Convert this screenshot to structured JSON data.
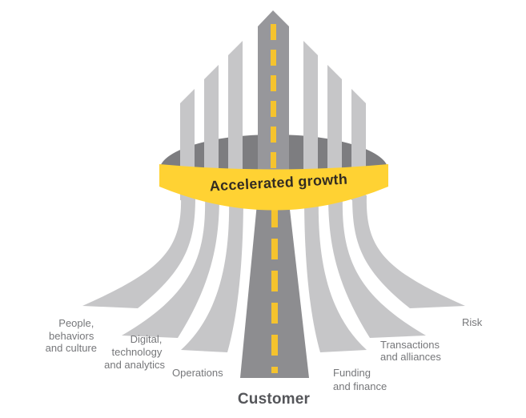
{
  "colors": {
    "background": "#ffffff",
    "road_light": "#c6c6c8",
    "road_center_upper": "#97979b",
    "road_center_lower": "#8d8d90",
    "cylinder_gray": "#7d7d80",
    "band_yellow": "#ffd233",
    "dash_yellow": "#f5c32e",
    "band_text": "#332c22",
    "label_gray": "#76777a",
    "customer_text": "#55565a"
  },
  "diagram": {
    "band_label": "Accelerated growth",
    "center_label": "Customer",
    "drivers": [
      {
        "name": "people-behaviors-culture",
        "lines": [
          "People,",
          "behaviors",
          "and culture"
        ]
      },
      {
        "name": "digital-technology-analytics",
        "lines": [
          "Digital,",
          "technology",
          "and analytics"
        ]
      },
      {
        "name": "operations",
        "lines": [
          "Operations"
        ]
      },
      {
        "name": "funding-finance",
        "lines": [
          "Funding",
          "and finance"
        ]
      },
      {
        "name": "transactions-alliances",
        "lines": [
          "Transactions",
          "and alliances"
        ]
      },
      {
        "name": "risk",
        "lines": [
          "Risk"
        ]
      }
    ]
  }
}
